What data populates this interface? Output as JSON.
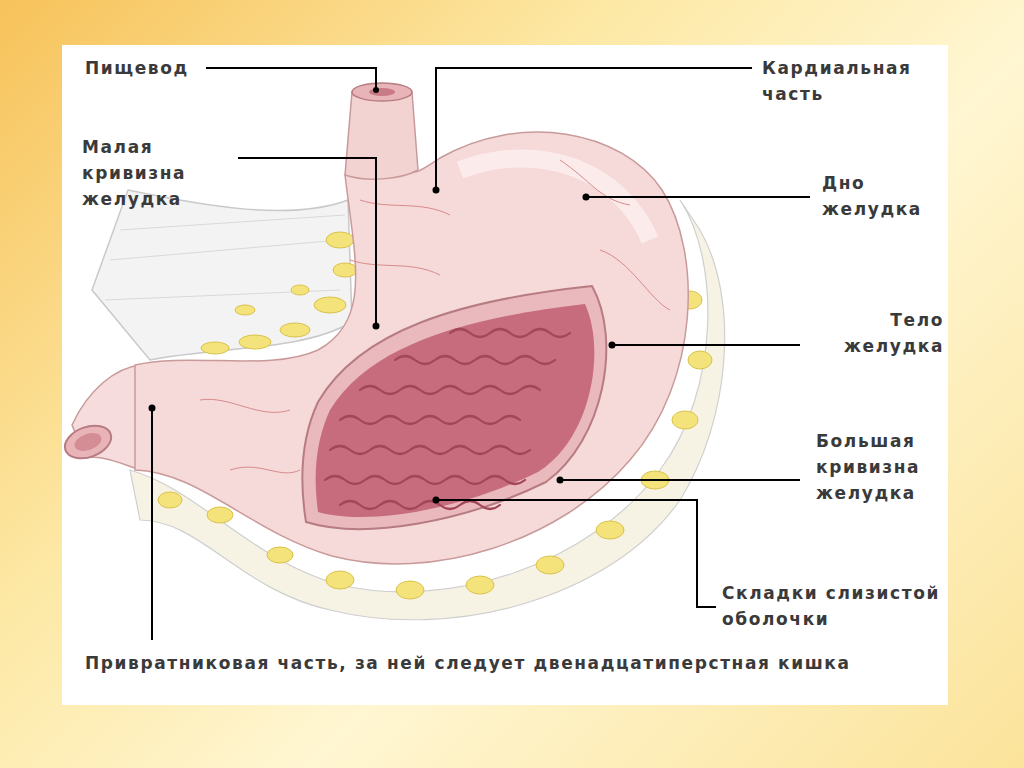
{
  "diagram": {
    "labels": [
      "Пищевод",
      "Кардиальная часть",
      "Малая кривизна желудка",
      "Дно желудка",
      "Тело желудка",
      "Большая кривизна желудка",
      "Складки слизистой оболочки",
      "Привратниковая часть, за ней следует двенадцатиперстная кишка"
    ]
  }
}
